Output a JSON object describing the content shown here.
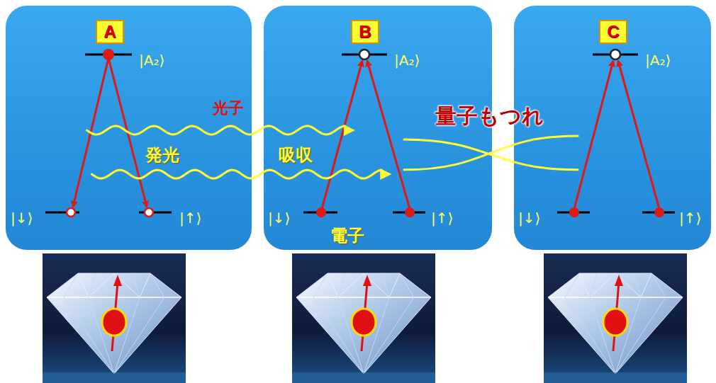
{
  "diagram": {
    "nodes": [
      {
        "text": [
          "|A₂⟩",
          "|↓⟩",
          "|↑⟩"
        ]
      },
      {
        "text": [
          "A"
        ],
        "in": 0
      },
      {
        "text": [
          "|A₂⟩",
          "|↓⟩",
          "|↑⟩"
        ]
      },
      {
        "text": [
          "B"
        ],
        "in": 2
      },
      {
        "text": [
          "|A₂⟩",
          "|↓⟩",
          "|↑⟩"
        ]
      },
      {
        "text": [
          "C"
        ],
        "in": 4
      }
    ],
    "edges": [
      {
        "from": 0,
        "to": 2,
        "arrow": "to",
        "label": "光子"
      },
      {
        "from": 0,
        "to": 2,
        "arrow": "to"
      },
      {
        "from": 2,
        "to": 4,
        "arrow": "none",
        "label": "量子もつれ"
      },
      {
        "from": 2,
        "to": 4,
        "arrow": "none"
      }
    ],
    "labels": [
      "発光",
      "吸収",
      "電子"
    ]
  }
}
